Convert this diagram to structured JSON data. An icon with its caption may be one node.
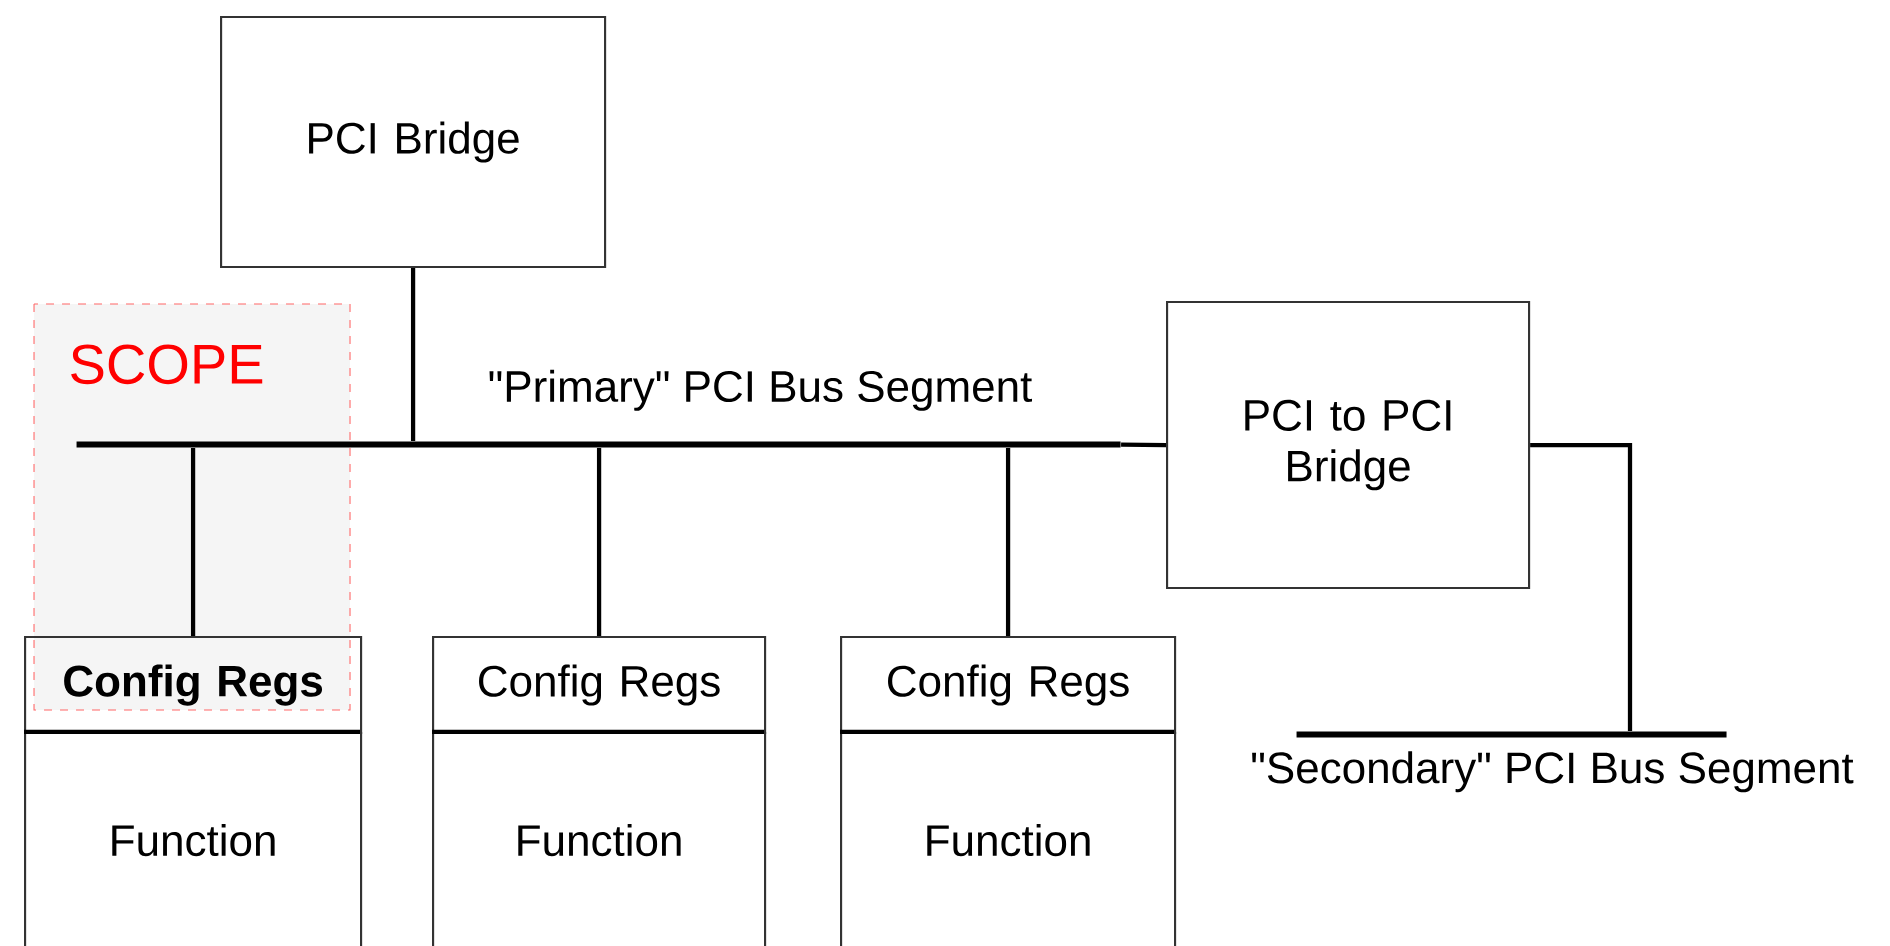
{
  "diagram": {
    "nodes": [
      {
        "text": [
          "PCI Bridge"
        ]
      },
      {
        "text": [],
        "shape": "bar",
        "beside": [
          "\"Primary\" PCI Bus Segment"
        ]
      },
      {
        "text": [
          "Config Regs"
        ]
      },
      {
        "text": [
          "Function"
        ]
      },
      {
        "text": [
          "Config Regs"
        ]
      },
      {
        "text": [
          "Function"
        ]
      },
      {
        "text": [
          "Config Regs"
        ]
      },
      {
        "text": [
          "Function"
        ]
      },
      {
        "text": [
          "PCI to PCI Bridge"
        ]
      },
      {
        "text": [],
        "shape": "bar",
        "beside": [
          "\"Secondary\" PCI Bus Segment"
        ]
      }
    ],
    "edges": [
      {
        "from": 0,
        "to": 1,
        "arrow": "none"
      },
      {
        "from": 1,
        "to": 2,
        "arrow": "none"
      },
      {
        "from": 1,
        "to": 4,
        "arrow": "none"
      },
      {
        "from": 1,
        "to": 6,
        "arrow": "none"
      },
      {
        "from": 1,
        "to": 8,
        "arrow": "none"
      },
      {
        "from": 8,
        "to": 9,
        "arrow": "none"
      }
    ],
    "labels": [
      "SCOPE"
    ]
  }
}
